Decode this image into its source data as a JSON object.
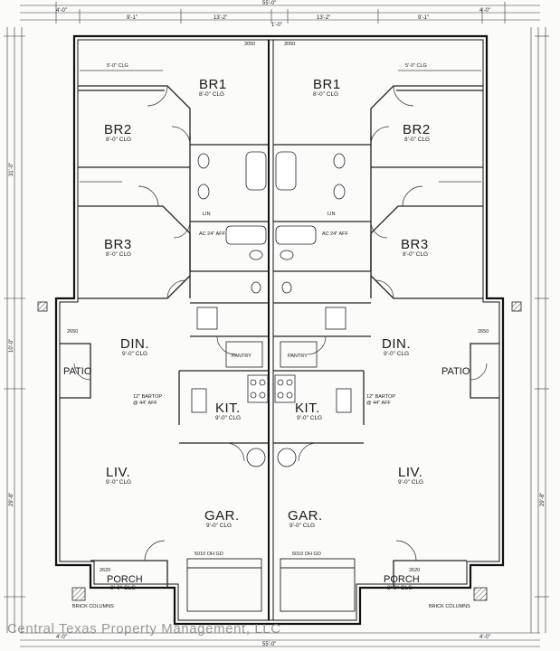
{
  "rooms": {
    "br1": {
      "name": "BR1",
      "clg": "8'-0\" CLG"
    },
    "br2": {
      "name": "BR2",
      "clg": "8'-0\" CLG"
    },
    "br3": {
      "name": "BR3",
      "clg": "8'-0\" CLG"
    },
    "din": {
      "name": "DIN.",
      "clg": "9'-0\" CLG"
    },
    "kit": {
      "name": "KIT.",
      "clg": "9'-0\" CLG"
    },
    "liv": {
      "name": "LIV.",
      "clg": "9'-0\" CLG"
    },
    "gar": {
      "name": "GAR.",
      "clg": "9'-0\" CLG"
    },
    "patio": {
      "name": "PATIO"
    },
    "porch": {
      "name": "PORCH",
      "clg": "8'-0\" CLG"
    }
  },
  "notes": {
    "closet": "5'-0\" CLG",
    "bartop": "12\" BARTOP",
    "bartop_height": "@ 44\" AFF",
    "garage_door": "5010 OH GD",
    "brick_column": "BRICK COLUMNS",
    "lin": "LIN",
    "ac": "AC 24\" AFF",
    "pantry": "PANTRY",
    "window_3050": "3050",
    "window_2650": "2650",
    "window_2620": "2620"
  },
  "dimensions": {
    "overall": "55'-0\"",
    "top_left": "4'-0\"",
    "top_right": "4'-0\"",
    "upper_left": "9'-1\"",
    "upper_center_left": "13'-2\"",
    "upper_center_right": "13'-2\"",
    "upper_right": "9'-1\"",
    "center": "1'-0\"",
    "left_side_upper": "31'-0\"",
    "left_side_lower": "29'-8\"",
    "right_side_lower": "29'-8\"",
    "left_side_mid": "10'-0\"",
    "bottom_left": "4'-0\"",
    "bottom_right": "4'-0\"",
    "bottom_overall": "55'-0\""
  },
  "watermark": "Central Texas Property Management, LLC"
}
